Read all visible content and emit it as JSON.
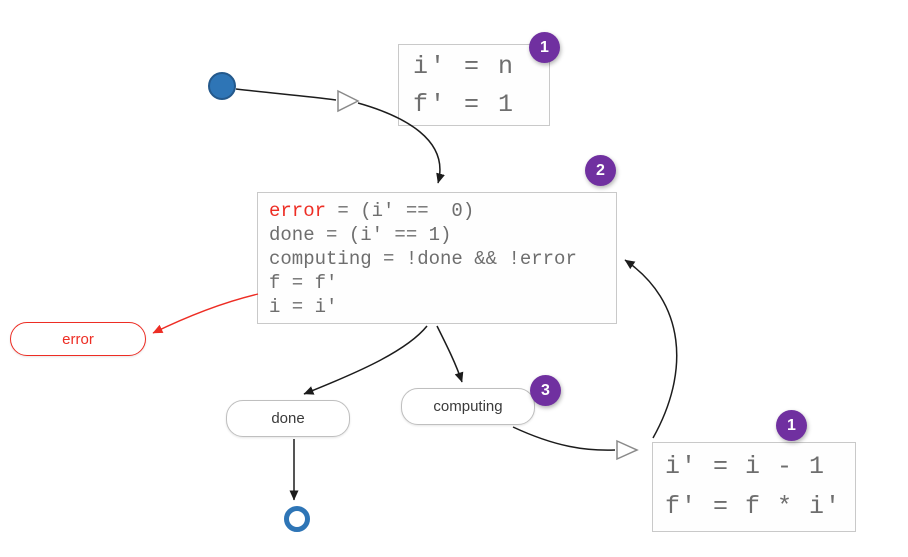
{
  "colors": {
    "node_blue": "#2e75b6",
    "badge_purple": "#7030a0",
    "red": "#ed2d24",
    "code_gray": "#6e6e6e",
    "box_border": "#c9c9c9"
  },
  "badges": {
    "init": "1",
    "update": "2",
    "computing": "3",
    "loop": "1"
  },
  "init_actions": {
    "line1": "i' = n",
    "line2": "f' = 1"
  },
  "state_update": {
    "keyword": "error",
    "line1_rest": " = (i' ==  0)",
    "line2": "done = (i' == 1)",
    "line3": "computing = !done && !error",
    "line4": "f = f'",
    "line5": "i = i'"
  },
  "loop_actions": {
    "line1": "i' = i - 1",
    "line2": "f' = f * i'"
  },
  "states": {
    "error": "error",
    "done": "done",
    "computing": "computing"
  }
}
